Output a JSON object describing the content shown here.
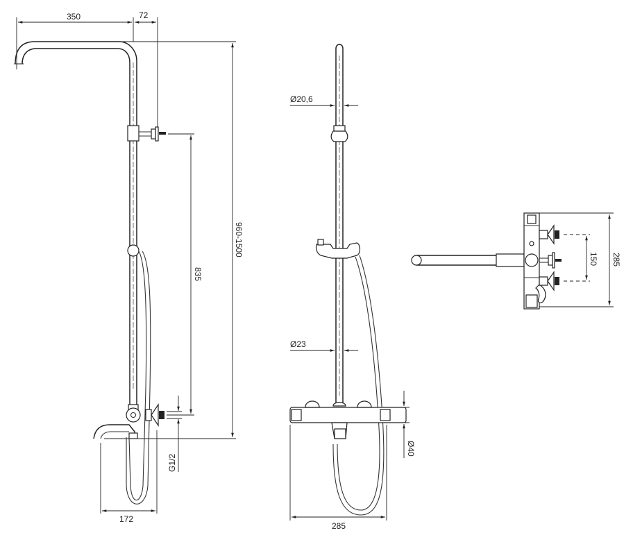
{
  "title": "Shower column technical drawing",
  "front_view": {
    "width_arm": "350",
    "offset_wall": "72",
    "height_range": "960-1500",
    "inlet_spacing": "835",
    "thread": "G1/2",
    "spout_projection": "172"
  },
  "side_view": {
    "rail_top_diameter": "Ø20,6",
    "rail_diameter": "Ø23",
    "body_diameter": "Ø40",
    "body_width": "285"
  },
  "top_view": {
    "inlet_spacing": "150",
    "body_length": "285"
  },
  "colors": {
    "line": "#222222",
    "background": "#ffffff"
  }
}
